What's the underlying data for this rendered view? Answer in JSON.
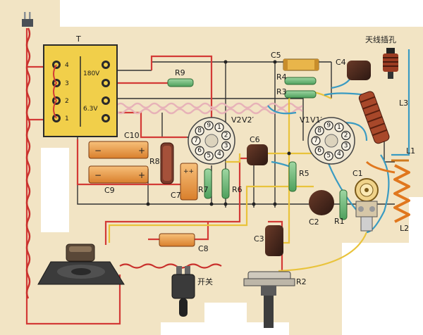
{
  "diagram": {
    "colors": {
      "paper": "#f2e4c4",
      "transformer": "#f1cf4a",
      "wire_black": "#333333",
      "wire_red": "#d33a36",
      "wire_yellow": "#e9c33b",
      "wire_blue": "#3a9bc2",
      "wire_pink": "#e7b2b8"
    },
    "labels": {
      "transformer": "T",
      "t_pin4": "4",
      "t_pin3": "3",
      "t_pin2": "2",
      "t_pin1": "1",
      "t_180v": "180V",
      "t_63v": "6.3V",
      "r9": "R9",
      "r4": "R4",
      "r3": "R3",
      "c5": "C5",
      "c4": "C4",
      "antenna": "天线插孔",
      "l3": "L3",
      "l1": "L1",
      "l2": "L2",
      "c10": "C10",
      "c9": "C9",
      "r8": "R8",
      "c7": "C7",
      "r7": "R7",
      "r6": "R6",
      "c6": "C6",
      "v2": "V2",
      "v2p": "V2′",
      "v1": "V1",
      "v1p": "V1′",
      "r5": "R5",
      "c1": "C1",
      "c2": "C2",
      "r1": "R1",
      "c3": "C3",
      "c8": "C8",
      "switch": "开关",
      "r2": "R2"
    },
    "tube_pins": [
      "1",
      "2",
      "3",
      "4",
      "5",
      "6",
      "7",
      "8",
      "9"
    ]
  }
}
